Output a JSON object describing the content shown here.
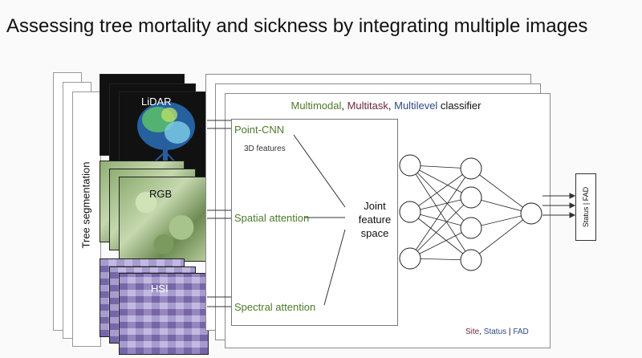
{
  "slide": {
    "title": "Assessing tree mortality and sickness by integrating multiple images"
  },
  "segmentation": {
    "label": "Tree segmentation"
  },
  "inputs": {
    "lidar": "LiDAR",
    "rgb": "RGB",
    "hsi": "HSI"
  },
  "classifier": {
    "title_parts": {
      "multimodal": "Multimodal",
      "sep1": ", ",
      "multitask": "Multitask",
      "sep2": ", ",
      "multilevel": "Multilevel",
      "suffix": " classifier"
    },
    "branches": {
      "point_cnn": "Point-CNN",
      "point_cnn_sub": "3D features",
      "spatial": "Spatial attention",
      "spectral": "Spectral attention"
    },
    "joint": "Joint feature space",
    "footer": {
      "site": "Site",
      "sep": ", ",
      "status": "Status",
      "sep2": " | ",
      "fad": "FAD"
    }
  },
  "output": {
    "label": "Status | FAD"
  },
  "colors": {
    "multimodal": "#4c7a2a",
    "multitask": "#6b2a3c",
    "multilevel": "#2f4a86"
  }
}
